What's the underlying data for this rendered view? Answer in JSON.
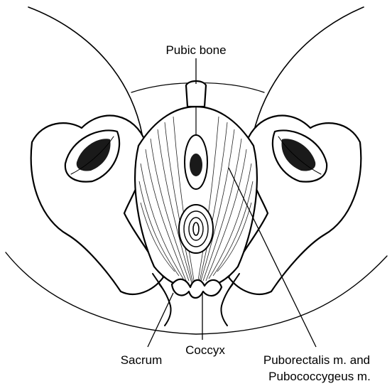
{
  "labels": {
    "pubic_bone": "Pubic bone",
    "coccyx": "Coccyx",
    "sacrum": "Sacrum",
    "puborectalis_line1": "Puborectalis m. and",
    "puborectalis_line2": "Pubococcygeus m."
  },
  "colors": {
    "ink": "#000000",
    "background": "#ffffff"
  }
}
